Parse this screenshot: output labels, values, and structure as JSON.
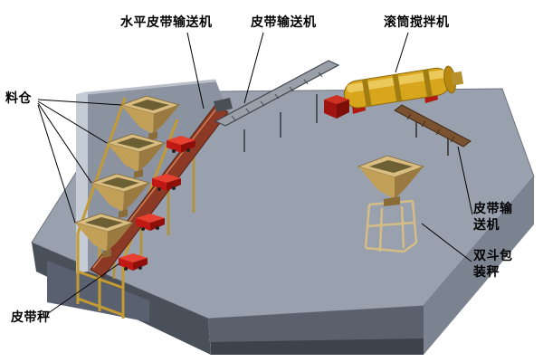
{
  "figure": {
    "type": "isometric-equipment-layout",
    "description": "3D layout diagram of a drum mixing / batching plant on a gray platform",
    "labels": {
      "horizontal_belt_conveyor": "水平皮带输送机",
      "incline_belt_conveyor": "皮带输送机",
      "drum_mixer": "滚筒搅拌机",
      "silos": "料仓",
      "right_belt_conveyor": "皮带输\n送机",
      "double_hopper_packing_scale": "双斗包\n装秤",
      "belt_scale": "皮带秤"
    },
    "colors": {
      "background": "#ffffff",
      "platform_top": "#99a1ae",
      "platform_front": "#5a616c",
      "platform_right": "#7b8390",
      "platform_recess": "#8b93a0",
      "step_wall_light": "#c6ccd5",
      "hopper_tan": "#d8bc80",
      "hopper_side_dark": "#9a7a40",
      "cart_red": "#c01812",
      "conveyor_red_brown": "#8c3a26",
      "truss_gray": "#9aa0a9",
      "drum_gold": "#d8a61c",
      "frame_gold": "#c49a33",
      "label_text": "#000000"
    }
  }
}
